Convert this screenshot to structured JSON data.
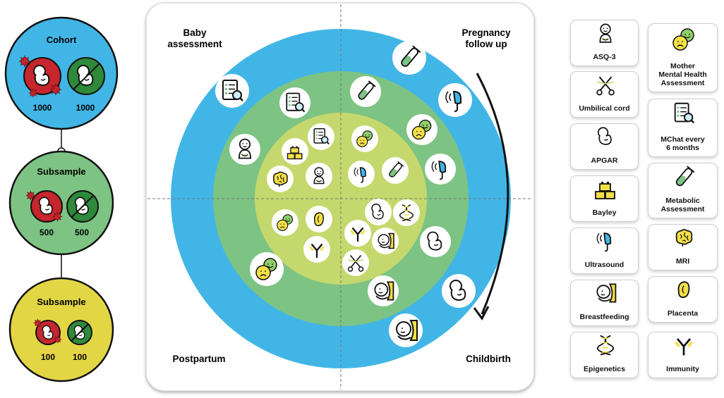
{
  "cohort_panel": {
    "cohort": {
      "title": "Cohort",
      "exposed_count": "1000",
      "control_count": "1000"
    },
    "subsample_1": {
      "title": "Subsample",
      "exposed_count": "500",
      "control_count": "500"
    },
    "subsample_2": {
      "title": "Subsample",
      "exposed_count": "100",
      "control_count": "100"
    }
  },
  "timeline": {
    "quadrant_baby": "Baby\nassessment",
    "quadrant_pregnancy": "Pregnancy\nfollow up",
    "quadrant_postpartum": "Postpartum",
    "quadrant_childbirth": "Childbirth"
  },
  "legend": {
    "asq3": "ASQ-3",
    "mother_mental": "Mother\nMental Health\nAssessment",
    "umbilical": "Umbilical cord",
    "mchat": "MChat every\n6 months",
    "apgar": "APGAR",
    "metabolic": "Metabolic\nAssessment",
    "bayley": "Bayley",
    "mri": "MRI",
    "ultrasound": "Ultrasound",
    "placenta": "Placenta",
    "breastfeeding": "Breastfeeding",
    "epigenetics": "Epigenetics",
    "immunity": "Immunity"
  },
  "colors": {
    "blue": "#41b6e6",
    "green": "#7dc383",
    "lime": "#c5d86d",
    "yellow": "#e3d645",
    "red": "#c6262d",
    "dark_green": "#2e8a3a",
    "face_yellow": "#f3df47",
    "face_green": "#8fcf6a"
  }
}
